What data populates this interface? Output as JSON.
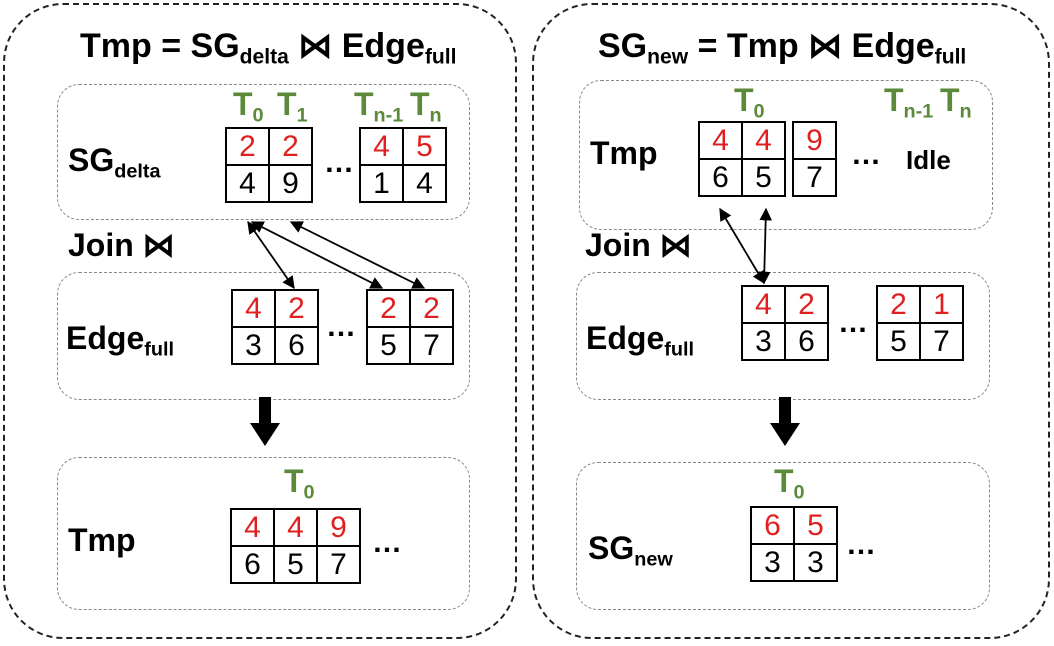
{
  "left": {
    "title": {
      "a": "Tmp = SG",
      "a_sub": "delta",
      "op": " ⋈ Edge",
      "op_sub": "full"
    },
    "stage1": {
      "label": "SG",
      "label_sub": "delta",
      "threads": {
        "t0": "T",
        "t0_sub": "0",
        "t1": "T",
        "t1_sub": "1",
        "tn1": "T",
        "tn1_sub": "n-1",
        "tn": "T",
        "tn_sub": "n"
      },
      "group1": {
        "top": [
          "2",
          "2"
        ],
        "bottom": [
          "4",
          "9"
        ]
      },
      "group2": {
        "top": [
          "4",
          "5"
        ],
        "bottom": [
          "1",
          "4"
        ]
      },
      "dots": "…"
    },
    "join_label": "Join ⋈",
    "stage2": {
      "label": "Edge",
      "label_sub": "full",
      "group1": {
        "top": [
          "4",
          "2"
        ],
        "bottom": [
          "3",
          "6"
        ]
      },
      "group2": {
        "top": [
          "2",
          "2"
        ],
        "bottom": [
          "5",
          "7"
        ]
      },
      "dots": "…"
    },
    "stage3": {
      "label": "Tmp",
      "thread": "T",
      "thread_sub": "0",
      "group1": {
        "top": [
          "4",
          "4",
          "9"
        ],
        "bottom": [
          "6",
          "5",
          "7"
        ]
      },
      "dots": "…"
    }
  },
  "right": {
    "title": {
      "a": "SG",
      "a_sub": "new",
      "op": " = Tmp ⋈ Edge",
      "op_sub": "full"
    },
    "stage1": {
      "label": "Tmp",
      "threads": {
        "t0": "T",
        "t0_sub": "0",
        "tn1": "T",
        "tn1_sub": "n-1",
        "tn": "T",
        "tn_sub": "n"
      },
      "group1": {
        "top": [
          "4",
          "4",
          "9"
        ],
        "bottom": [
          "6",
          "5",
          "7"
        ]
      },
      "dots": "…",
      "idle": "Idle"
    },
    "join_label": "Join ⋈",
    "stage2": {
      "label": "Edge",
      "label_sub": "full",
      "group1": {
        "top": [
          "4",
          "2"
        ],
        "bottom": [
          "3",
          "6"
        ]
      },
      "group2": {
        "top": [
          "2",
          "1"
        ],
        "bottom": [
          "5",
          "7"
        ]
      },
      "dots": "…"
    },
    "stage3": {
      "label": "SG",
      "label_sub": "new",
      "thread": "T",
      "thread_sub": "0",
      "group1": {
        "top": [
          "6",
          "5"
        ],
        "bottom": [
          "3",
          "3"
        ]
      },
      "dots": "…"
    }
  },
  "colors": {
    "value_red": "#e02020",
    "thread_green": "#5a8a3a",
    "border_dash": "#888888"
  }
}
